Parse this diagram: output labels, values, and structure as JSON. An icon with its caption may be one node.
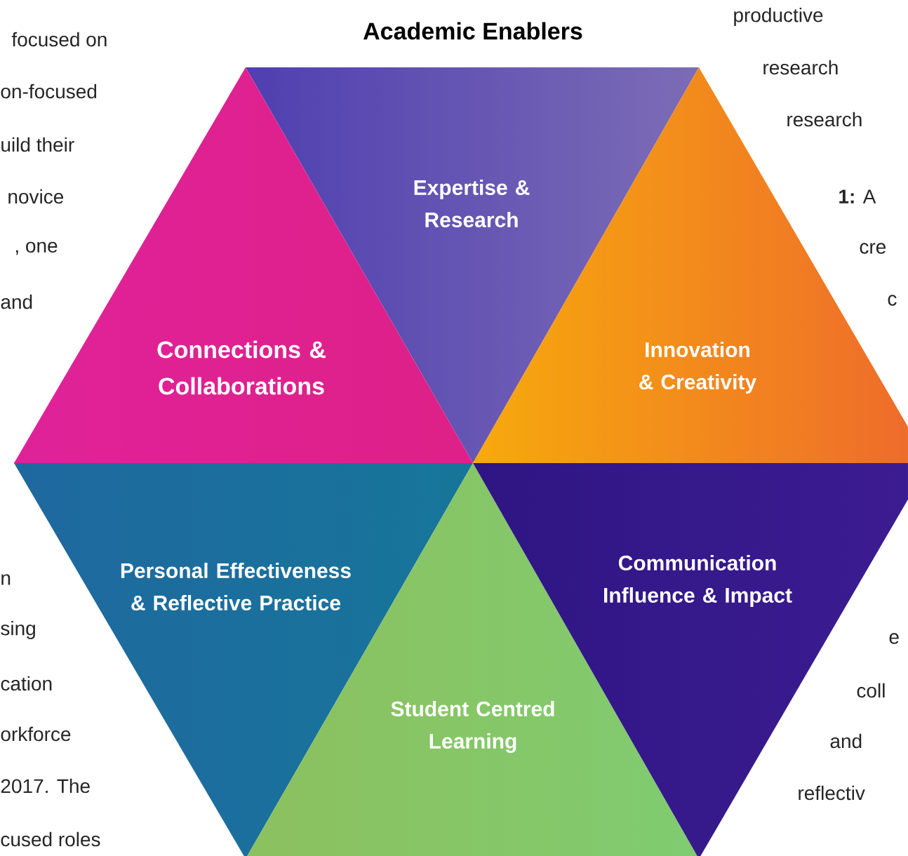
{
  "diagram": {
    "title": "Academic Enablers",
    "nodes": [
      {
        "text": [
          "Expertise & Research"
        ]
      },
      {
        "text": [
          "Connections & Collaborations"
        ]
      },
      {
        "text": [
          "Innovation & Creativity"
        ]
      },
      {
        "text": [
          "Personal Effectiveness & Reflective Practice"
        ]
      },
      {
        "text": [
          "Student Centred Learning"
        ]
      },
      {
        "text": [
          "Communication Influence & Impact"
        ]
      }
    ],
    "labels": [
      "focused on",
      "productive",
      "on-focused",
      "research",
      "uild their",
      "research",
      "novice",
      "**1:** A",
      ", one",
      "cre",
      "and",
      "c",
      "n",
      "sing",
      "e",
      "cation",
      "coll",
      "orkforce",
      "and",
      "2017. The",
      "reflectiv",
      "cused roles"
    ]
  }
}
